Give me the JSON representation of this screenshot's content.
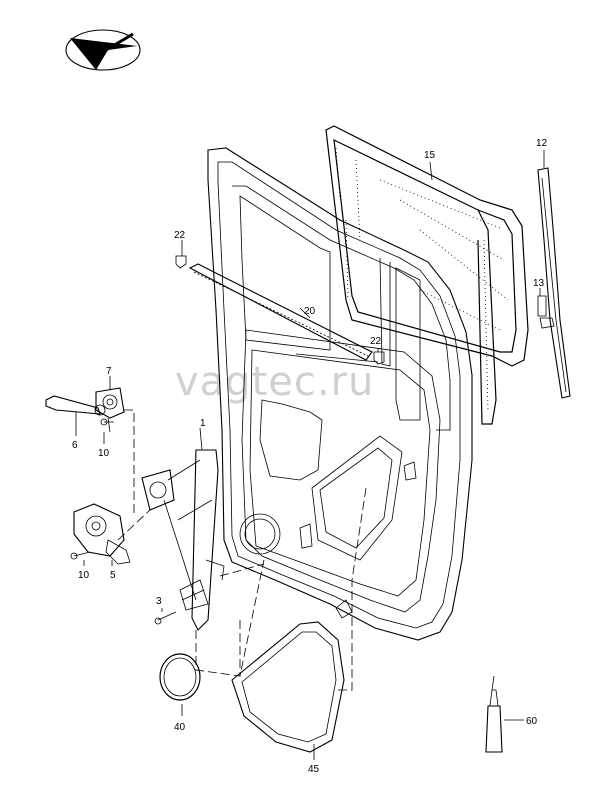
{
  "watermark": "vagtec.ru",
  "logo_icon": "direction-arrow-logo-icon",
  "part_labels": {
    "p1": "1",
    "p3": "3",
    "p5": "5",
    "p6": "6",
    "p7": "7",
    "p10a": "10",
    "p10b": "10",
    "p12": "12",
    "p13": "13",
    "p15": "15",
    "p20": "20",
    "p22a": "22",
    "p22b": "22",
    "p40": "40",
    "p45": "45",
    "p60": "60"
  }
}
